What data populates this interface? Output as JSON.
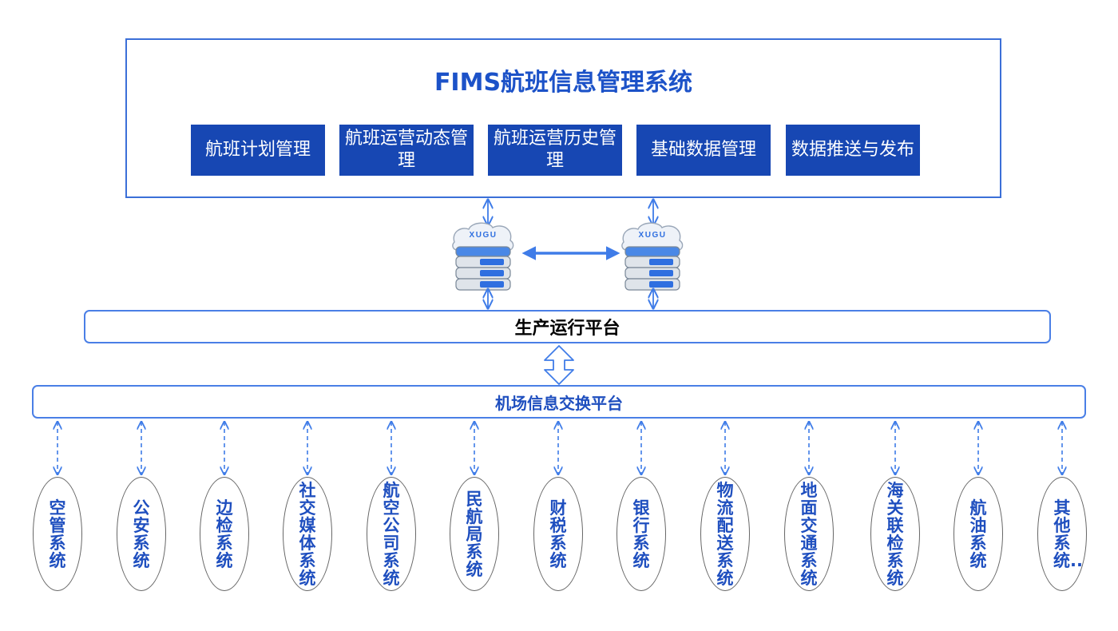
{
  "fims": {
    "title": "FIMS航班信息管理系统",
    "modules": [
      "航班计划管理",
      "航班运营动态管理",
      "航班运营历史管理",
      "基础数据管理",
      "数据推送与发布"
    ]
  },
  "database": {
    "brand_label": "XUGU"
  },
  "production_platform": "生产运行平台",
  "airport_platform": "机场信息交换平台",
  "systems": [
    "空管系统",
    "公安系统",
    "边检系统",
    "社交媒体系统",
    "航空公司系统",
    "民航局系统",
    "财税系统",
    "银行系统",
    "物流配送系统",
    "地面交通系统",
    "海关联检系统",
    "航油系统",
    "其他系统..."
  ],
  "colors": {
    "primary_blue": "#1747b3",
    "title_blue": "#1c52c8",
    "line_blue": "#3f7ce8"
  }
}
